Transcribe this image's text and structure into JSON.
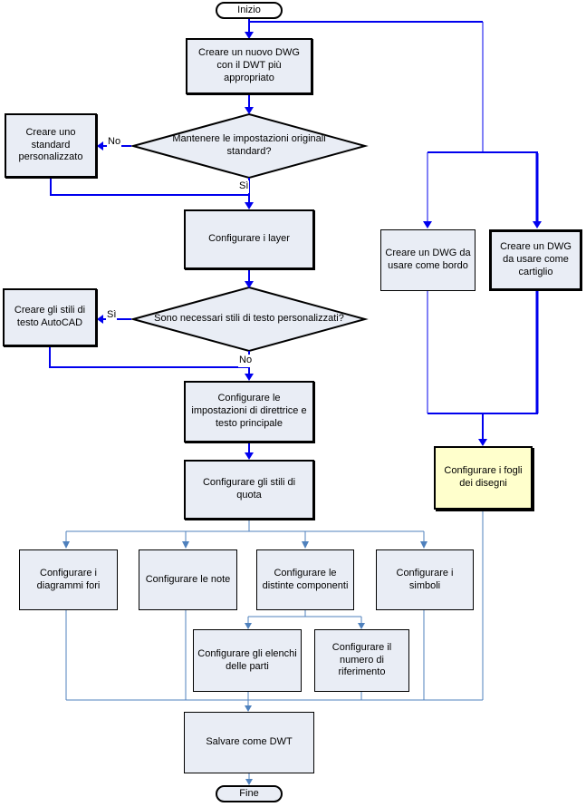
{
  "diagram": {
    "kind": "flowchart",
    "language": "it"
  },
  "colors": {
    "arrow_blue": "#0000ee",
    "connector_steel": "#4f81bd",
    "node_fill": "#e9edf5",
    "highlight_fill": "#ffffcc",
    "node_border": "#000000",
    "background": "#ffffff"
  },
  "nodes": {
    "start": {
      "label": "Inizio",
      "shape": "terminator"
    },
    "new_dwg": {
      "label": "Creare un nuovo DWG con il DWT più appropriato",
      "shape": "process"
    },
    "keep_settings": {
      "label": "Mantenere le impostazioni originali standard?",
      "shape": "decision"
    },
    "custom_standard": {
      "label": "Creare uno standard personalizzato",
      "shape": "process"
    },
    "configure_layers": {
      "label": "Configurare i layer",
      "shape": "process"
    },
    "need_text_styles": {
      "label": "Sono necessari stili di testo personalizzati?",
      "shape": "decision"
    },
    "create_text_styles": {
      "label": "Creare gli stili di testo AutoCAD",
      "shape": "process"
    },
    "leader_settings": {
      "label": "Configurare le impostazioni di direttrice e testo principale",
      "shape": "process"
    },
    "dim_styles": {
      "label": "Configurare gli stili di quota",
      "shape": "process"
    },
    "hole_charts": {
      "label": "Configurare i diagrammi fori",
      "shape": "process"
    },
    "notes": {
      "label": "Configurare le note",
      "shape": "process"
    },
    "component_lists": {
      "label": "Configurare le distinte componenti",
      "shape": "process"
    },
    "symbols": {
      "label": "Configurare i simboli",
      "shape": "process"
    },
    "parts_lists": {
      "label": "Configurare gli elenchi delle parti",
      "shape": "process"
    },
    "ref_numbers": {
      "label": "Configurare il numero di riferimento",
      "shape": "process"
    },
    "save_dwt": {
      "label": "Salvare come DWT",
      "shape": "process"
    },
    "end": {
      "label": "Fine",
      "shape": "terminator"
    },
    "border_dwg": {
      "label": "Creare un DWG da usare come bordo",
      "shape": "process"
    },
    "titleblock_dwg": {
      "label": "Creare un DWG da usare come cartiglio",
      "shape": "process"
    },
    "sheet_setup": {
      "label": "Configurare i fogli dei disegni",
      "shape": "process",
      "highlighted": true
    }
  },
  "branch_labels": {
    "keep_no": "No",
    "keep_yes": "Sì",
    "styles_yes": "Sì",
    "styles_no": "No"
  }
}
